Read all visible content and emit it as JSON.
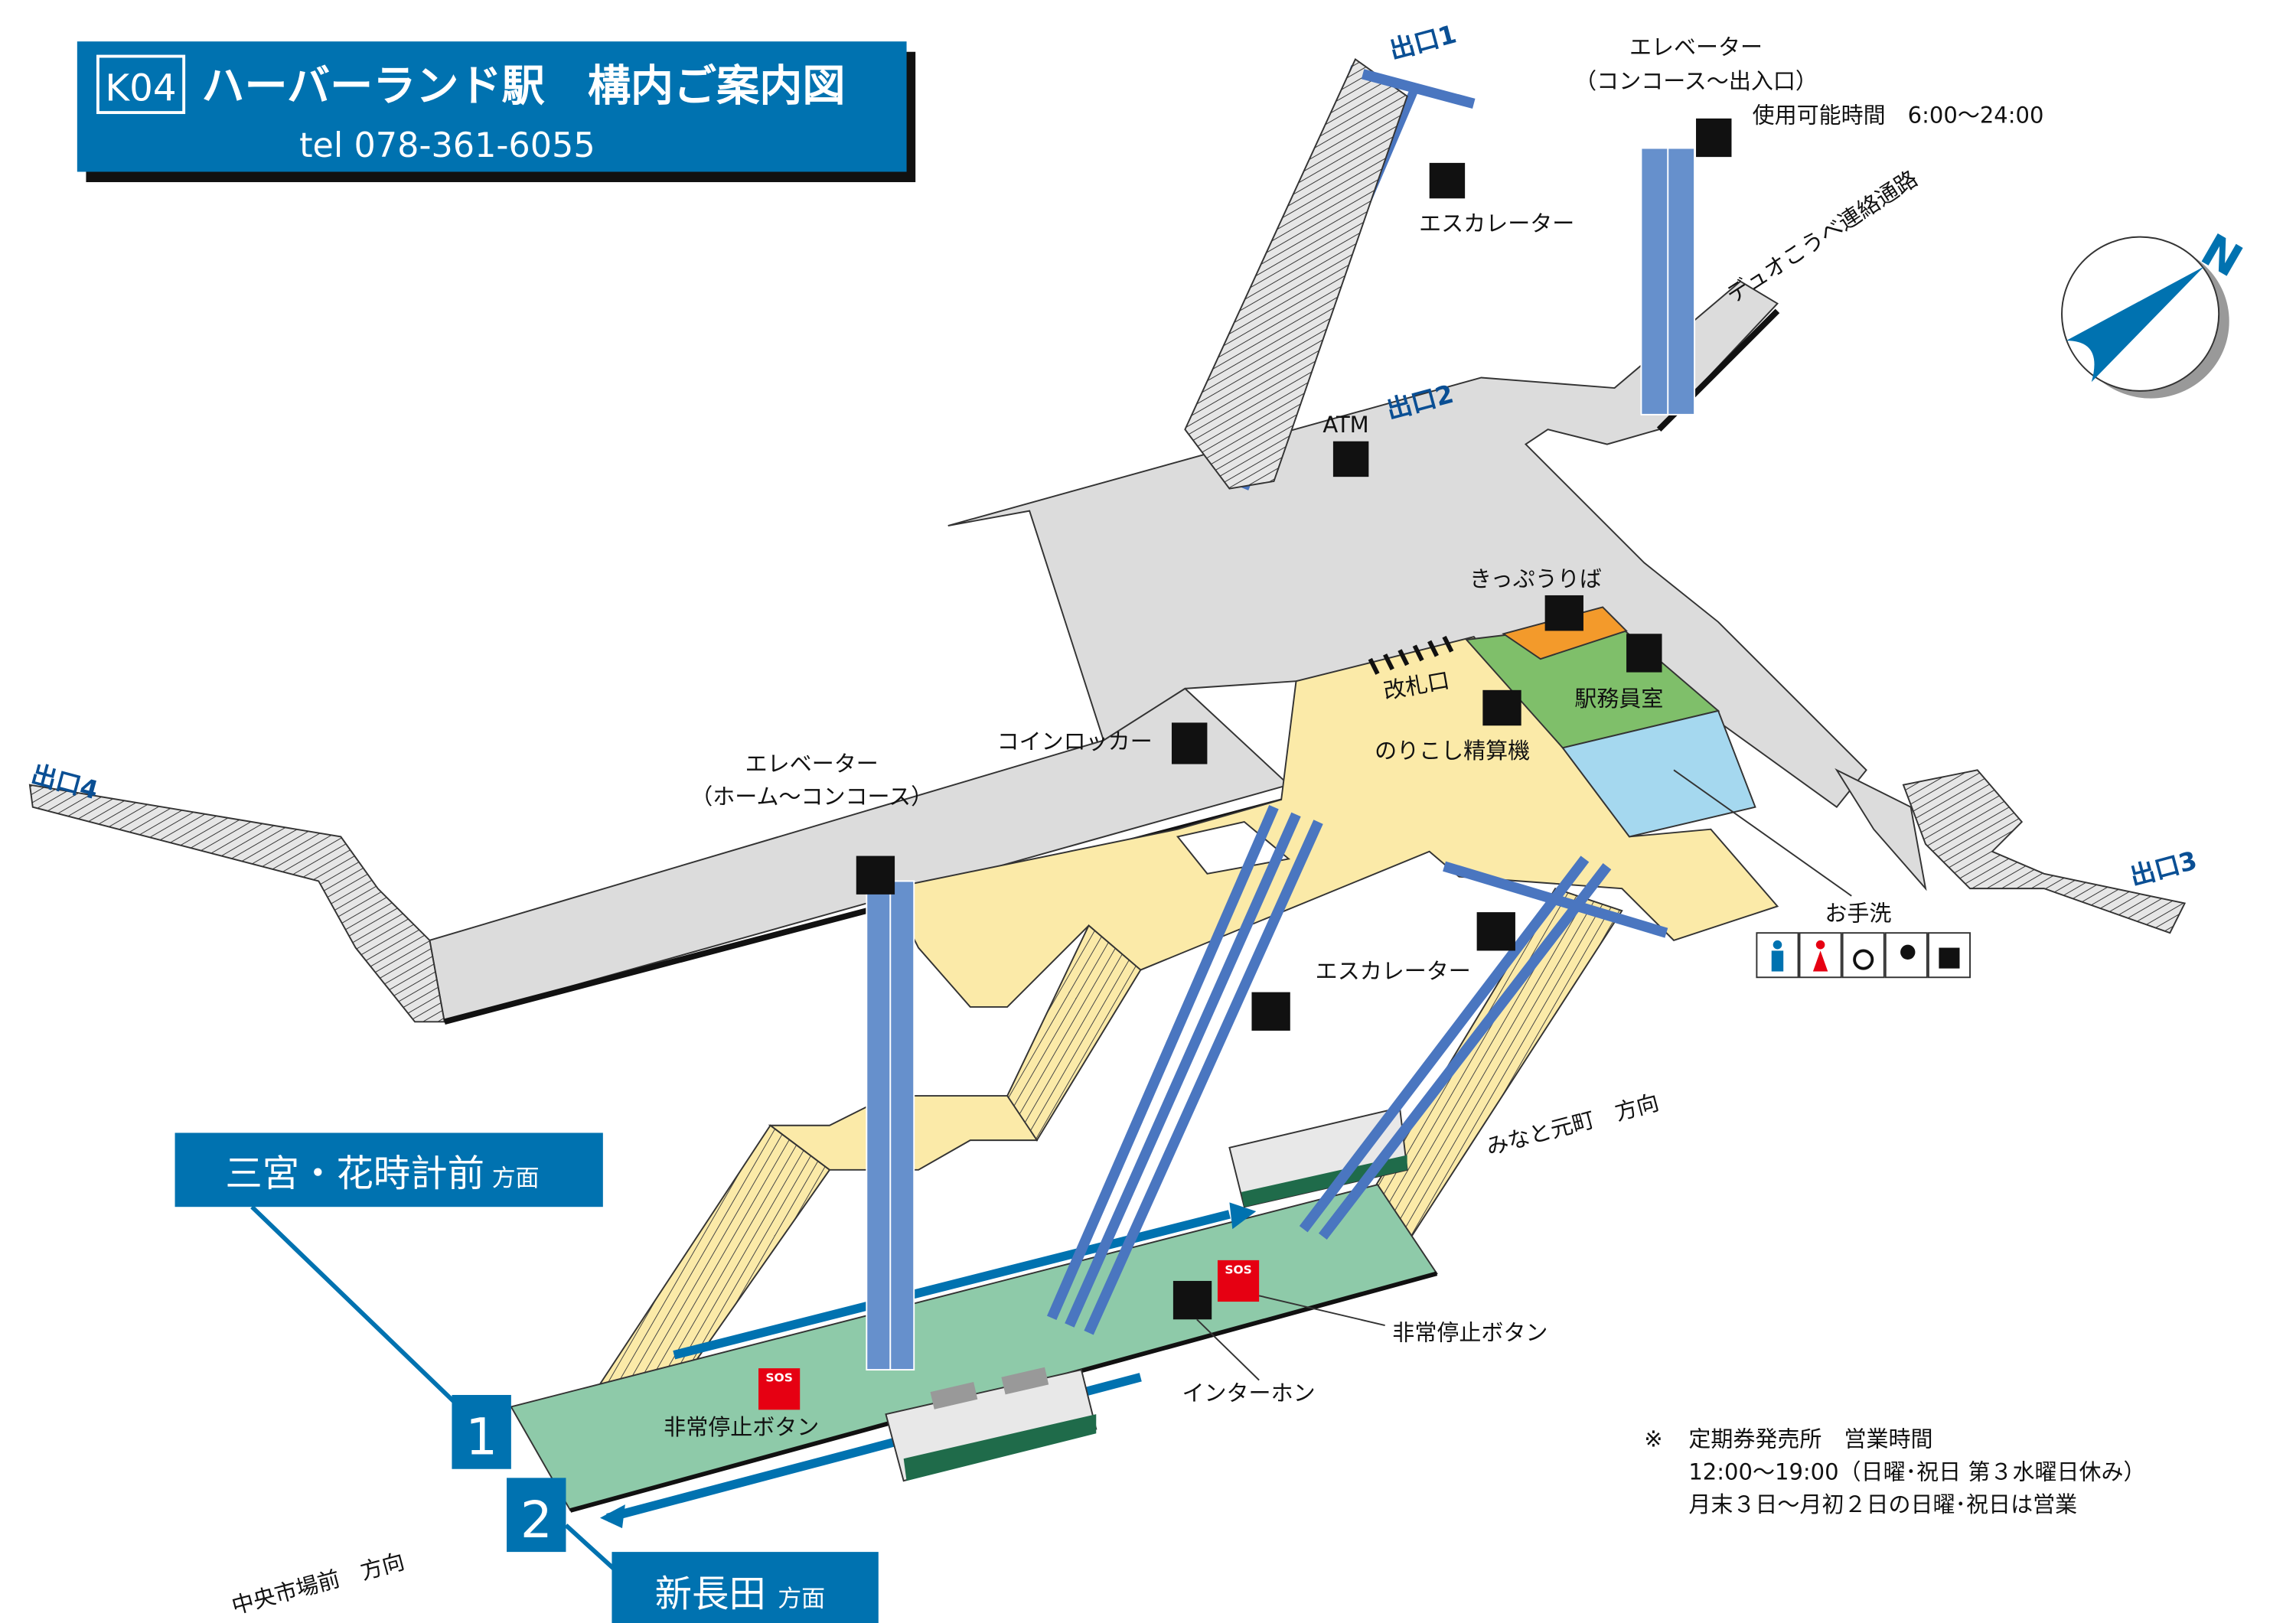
{
  "title": {
    "code": "K04",
    "name": "ハーバーランド駅　構内ご案内図",
    "tel": "tel 078-361-6055"
  },
  "exits": {
    "exit1": "出口1",
    "exit2": "出口2",
    "exit3": "出口3",
    "exit4": "出口4"
  },
  "elevator_top": {
    "line1": "エレベーター",
    "line2": "（コンコース～出入口）",
    "hours": "使用可能時間　6:00～24:00"
  },
  "elevator_platform": {
    "line1": "エレベーター",
    "line2": "（ホーム～コンコース）"
  },
  "labels": {
    "escalator_top": "エスカレーター",
    "escalator_mid": "エスカレーター",
    "duo_kobe": "デュオこうべ連絡通路",
    "atm": "ATM",
    "ticket": "きっぷうりば",
    "gate": "改札口",
    "station_office": "駅務員室",
    "fare_adjust": "のりこし精算機",
    "coin_locker": "コインロッカー",
    "restroom": "お手洗",
    "emergency_stop_1": "非常停止ボタン",
    "emergency_stop_2": "非常停止ボタン",
    "intercom": "インターホン",
    "sos": "SOS",
    "sos2": "SOS",
    "dir_minatomotomachi": "みなと元町　方向",
    "dir_chuoichiba": "中央市場前　方向"
  },
  "platform_signs": {
    "track1_number": "1",
    "track1_dest": "三宮・花時計前",
    "track1_suffix": "方面",
    "track2_number": "2",
    "track2_dest": "新長田",
    "track2_suffix": "方面"
  },
  "compass": {
    "label": "N"
  },
  "notice": {
    "mark": "※",
    "line1": "定期券発売所　営業時間",
    "line2": "12:00～19:00（日曜･祝日 第３水曜日休み）",
    "line3": "月末３日～月初２日の日曜･祝日は営業"
  },
  "colors": {
    "brand_blue": "#0072b0",
    "concourse_gray": "#dcdcdc",
    "paid_area_yellow": "#fbeaa8",
    "office_green": "#7fbf6a",
    "ticket_orange": "#f39a2b",
    "restroom_blue": "#a5d8ef",
    "platform_green": "#8ecaa9",
    "escalator_blue": "#6690cc"
  }
}
